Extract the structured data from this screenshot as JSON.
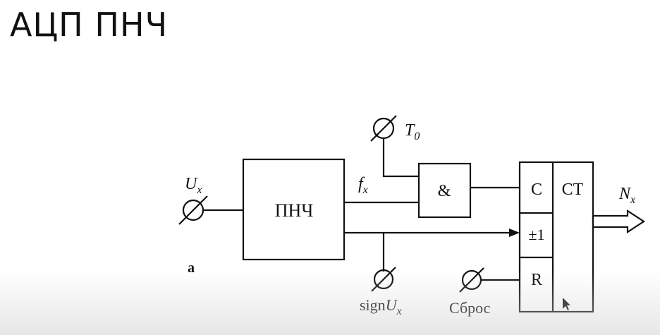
{
  "slide": {
    "title": "АЦП ПНЧ"
  },
  "diagram": {
    "converter_block": "ПНЧ",
    "and_gate": "&",
    "counter": {
      "clock": "C",
      "type": "CT",
      "direction": "±1",
      "reset": "R"
    },
    "input_label": "U",
    "input_label_sub": "x",
    "frequency_label": "f",
    "frequency_label_sub": "x",
    "period_label": "T",
    "period_label_sub": "0",
    "sign_label_prefix": "sign",
    "sign_label_var": "U",
    "sign_label_sub": "x",
    "reset_label": "Сброс",
    "output_label": "N",
    "output_label_sub": "x",
    "figure_label": "а"
  }
}
